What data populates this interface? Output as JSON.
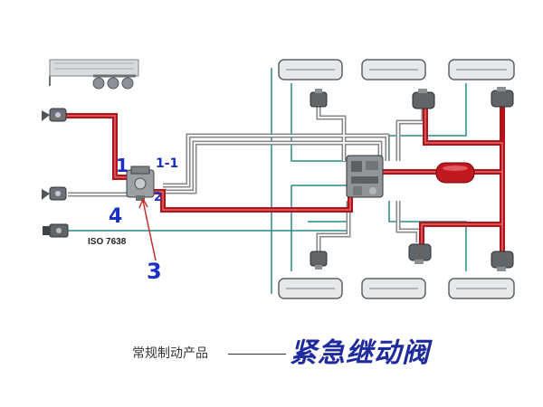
{
  "colors": {
    "service_line": "#b0151b",
    "control_line": "#2a8a8a",
    "pneumatic_line": "#7a7a7a",
    "annotation": "#1a2fc4",
    "caption_main": "#1f2a9c"
  },
  "labels": {
    "iso": "ISO 7638",
    "port_1": "1",
    "port_1_1": "1-1",
    "port_2": "2",
    "port_4": "4",
    "pointer_3": "3"
  },
  "caption": {
    "left": "常规制动产品",
    "right": "紧急继动阀"
  },
  "icons": [
    "trailer-icon",
    "coupling-head-icon",
    "electrical-connector-icon",
    "wheel-icon",
    "brake-chamber-icon",
    "air-tank-icon",
    "ebs-modulator-icon",
    "relay-valve-icon"
  ]
}
